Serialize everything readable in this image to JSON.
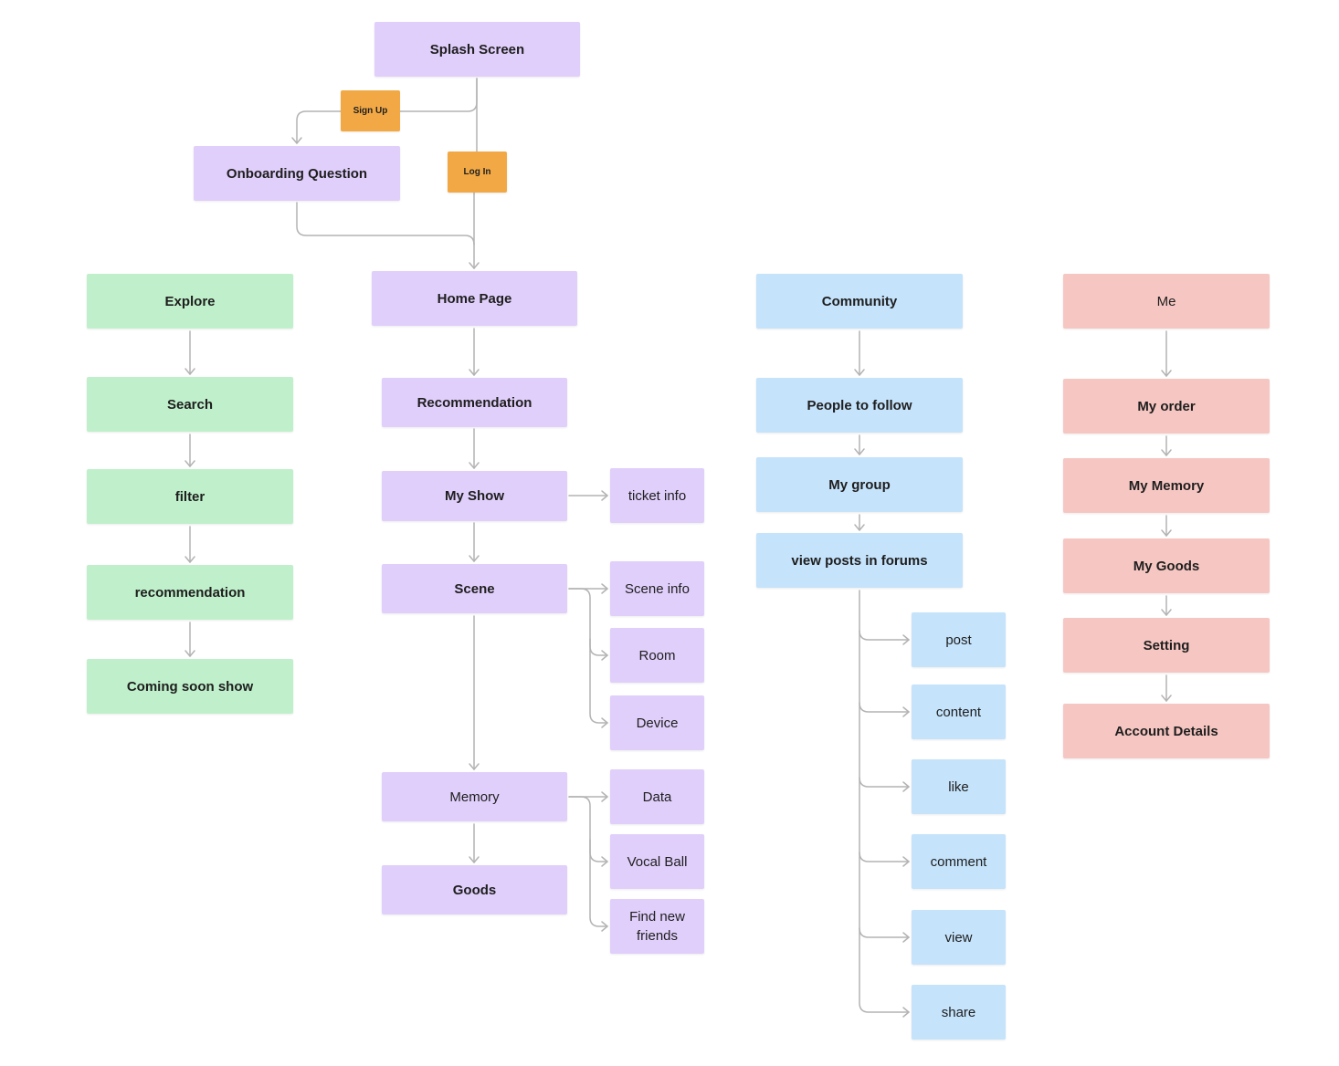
{
  "colors": {
    "purple": "#e0cffb",
    "green": "#c0f0cb",
    "blue": "#c5e3fb",
    "red": "#f6c7c2",
    "orange": "#f2a945",
    "connector": "#b3b3b3"
  },
  "flow": {
    "splash_screen": "Splash Screen",
    "sign_up": "Sign Up",
    "log_in": "Log In",
    "onboarding_question": "Onboarding Question",
    "home_page": "Home Page",
    "recommendation": "Recommendation",
    "my_show": "My Show",
    "ticket_info": "ticket info",
    "scene": "Scene",
    "scene_info": "Scene info",
    "room": "Room",
    "device": "Device",
    "memory": "Memory",
    "data": "Data",
    "vocal_ball": "Vocal Ball",
    "find_new_friends": "Find new friends",
    "goods": "Goods"
  },
  "explore": {
    "explore": "Explore",
    "search": "Search",
    "filter": "filter",
    "recommendation": "recommendation",
    "coming_soon_show": "Coming soon show"
  },
  "community": {
    "community": "Community",
    "people_to_follow": "People to follow",
    "my_group": "My group",
    "view_posts": "view posts in forums",
    "post": "post",
    "content": "content",
    "like": "like",
    "comment": "comment",
    "view": "view",
    "share": "share"
  },
  "me": {
    "me": "Me",
    "my_order": "My order",
    "my_memory": "My Memory",
    "my_goods": "My Goods",
    "setting": "Setting",
    "account_details": "Account Details"
  }
}
